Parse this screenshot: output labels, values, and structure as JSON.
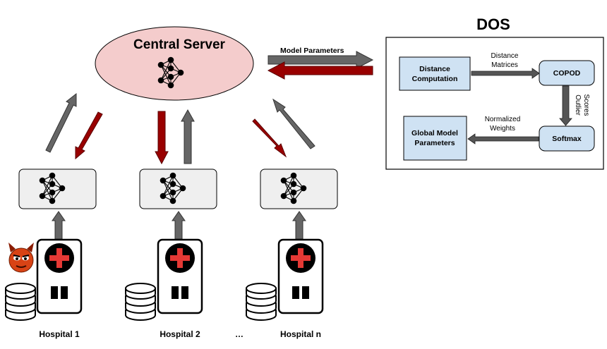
{
  "central_server": {
    "title": "Central Server"
  },
  "link": {
    "label": "Model Parameters"
  },
  "dos": {
    "title": "DOS",
    "distance_computation_line1": "Distance",
    "distance_computation_line2": "Computation",
    "copod": "COPOD",
    "softmax": "Softmax",
    "global_params_line1": "Global Model",
    "global_params_line2": "Parameters",
    "edge_distance_line1": "Distance",
    "edge_distance_line2": "Matrices",
    "edge_outlier_line1": "Outlier",
    "edge_outlier_line2": "Scores",
    "edge_weights_line1": "Normalized",
    "edge_weights_line2": "Weights"
  },
  "hospitals": [
    {
      "label": "Hospital 1",
      "malicious": true
    },
    {
      "label": "Hospital 2",
      "malicious": false
    },
    {
      "label": "Hospital n",
      "malicious": false
    }
  ],
  "ellipsis": "…",
  "colors": {
    "server_fill": "#f4cccc",
    "dos_box_fill": "#cfe2f3",
    "up_arrow": "#666666",
    "down_arrow": "#990000",
    "model_box_fill": "#efefef",
    "cross": "#e53935"
  }
}
